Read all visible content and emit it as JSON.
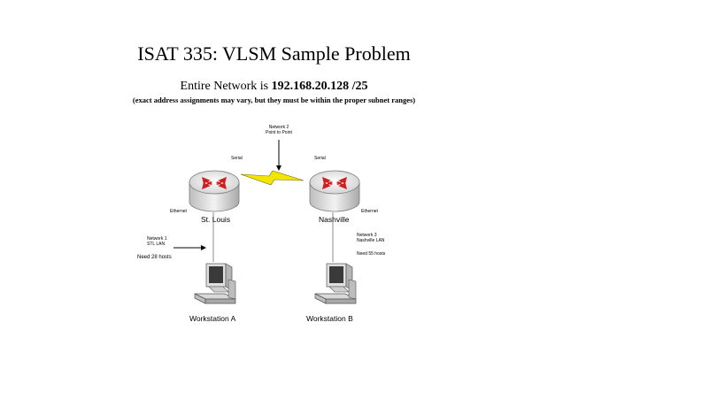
{
  "title": "ISAT 335:  VLSM Sample Problem",
  "subtitle": {
    "prefix": "Entire Network is ",
    "address": "192.168.20.128 /25"
  },
  "note": "(exact address assignments may vary, but they must be within the proper subnet ranges)",
  "network2": {
    "line1": "Network 2",
    "line2": "Point to Point"
  },
  "routers": {
    "left": {
      "name": "St. Louis",
      "serial_label": "Serial",
      "ethernet_label": "Ethernet"
    },
    "right": {
      "name": "Nashville",
      "serial_label": "Serial",
      "ethernet_label": "Ethernet"
    }
  },
  "network1": {
    "line1": "Network 1",
    "line2": "STL LAN",
    "hosts": "Need 28 hosts"
  },
  "network3": {
    "line1": "Network 3",
    "line2": "Nashville LAN",
    "hosts": "Need 55 hosts"
  },
  "workstations": {
    "a": "Workstation A",
    "b": "Workstation B"
  },
  "colors": {
    "router_body": "#e6e6e6",
    "router_arrow": "#cc1f1f",
    "serial_bolt": "#f2e600",
    "line": "#8c8c8c"
  },
  "icons": {
    "router": "router-icon",
    "workstation": "workstation-icon",
    "serial_link": "lightning-bolt-icon"
  }
}
